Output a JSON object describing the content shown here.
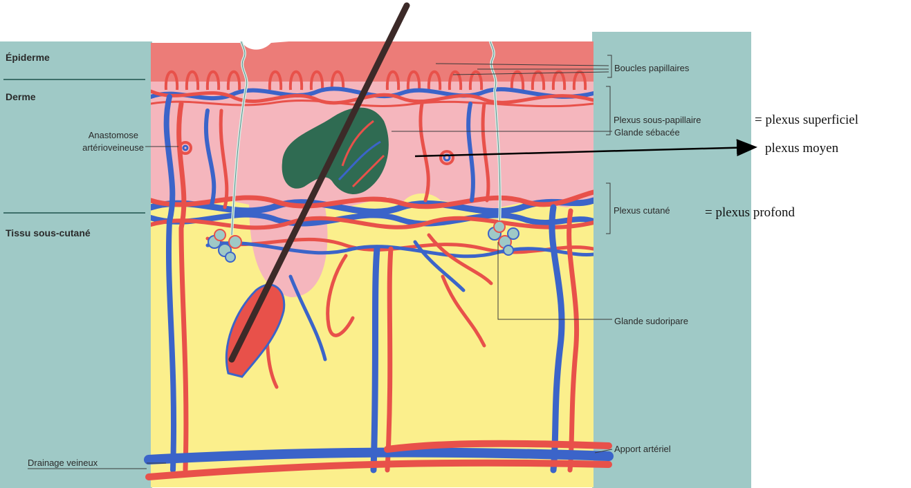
{
  "colors": {
    "side_panel": "#9fc9c6",
    "epidermis": "#ec7c78",
    "dermis": "#f5b6bd",
    "subcutaneous": "#fbef8c",
    "artery": "#e8514a",
    "vein": "#3b64c9",
    "sebaceous_gland": "#2f6b52",
    "hair": "#3c2a28",
    "nerve": "#d8efe8"
  },
  "layers": {
    "epiderme": "Épiderme",
    "derme": "Derme",
    "tissu": "Tissu sous-cutané"
  },
  "labels": {
    "anastomose_1": "Anastomose",
    "anastomose_2": "artérioveineuse",
    "boucles": "Boucles papillaires",
    "plexus_sous_papillaire": "Plexus sous-papillaire",
    "glande_sebacee": "Glande sébacée",
    "plexus_cutane": "Plexus cutané",
    "glande_sudoripare": "Glande sudoripare",
    "apport_arteriel": "Apport artériel",
    "drainage_veineux": "Drainage veineux"
  },
  "annotations": {
    "plexus_superficiel": "= plexus superficiel",
    "plexus_moyen": "plexus moyen",
    "plexus_profond": "= plexus profond"
  }
}
